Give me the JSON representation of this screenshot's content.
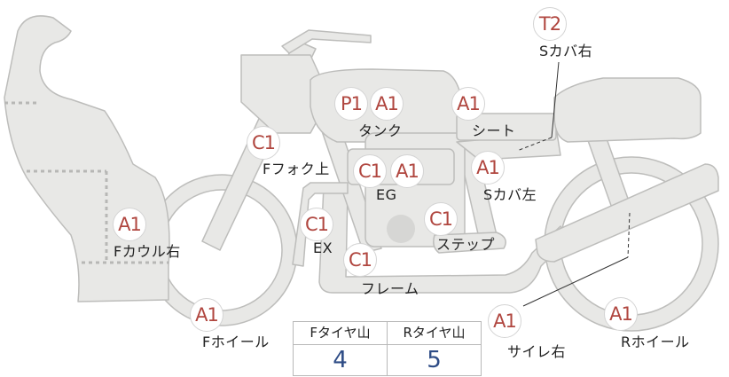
{
  "diagram": {
    "parts": [
      {
        "key": "t2_sideR",
        "grade": "T2",
        "label": "Sカバ右"
      },
      {
        "key": "p1_tank",
        "grade": "P1",
        "label": ""
      },
      {
        "key": "a1_tank",
        "grade": "A1",
        "label": "タンク"
      },
      {
        "key": "a1_seat",
        "grade": "A1",
        "label": "シート"
      },
      {
        "key": "c1_fork",
        "grade": "C1",
        "label": "Fフォク上"
      },
      {
        "key": "c1_eg",
        "grade": "C1",
        "label": ""
      },
      {
        "key": "a1_eg",
        "grade": "A1",
        "label": "EG"
      },
      {
        "key": "a1_sideL",
        "grade": "A1",
        "label": "Sカバ左"
      },
      {
        "key": "a1_cowl",
        "grade": "A1",
        "label": "Fカウル右"
      },
      {
        "key": "c1_ex",
        "grade": "C1",
        "label": "EX"
      },
      {
        "key": "c1_step",
        "grade": "C1",
        "label": "ステップ"
      },
      {
        "key": "c1_frame",
        "grade": "C1",
        "label": "フレーム"
      },
      {
        "key": "a1_fwheel",
        "grade": "A1",
        "label": "Fホイール"
      },
      {
        "key": "a1_silencer",
        "grade": "A1",
        "label": "サイレ右"
      },
      {
        "key": "a1_rwheel",
        "grade": "A1",
        "label": "Rホイール"
      }
    ]
  },
  "tread": {
    "front_header": "Fタイヤ山",
    "rear_header": "Rタイヤ山",
    "front_value": "4",
    "rear_value": "5"
  }
}
